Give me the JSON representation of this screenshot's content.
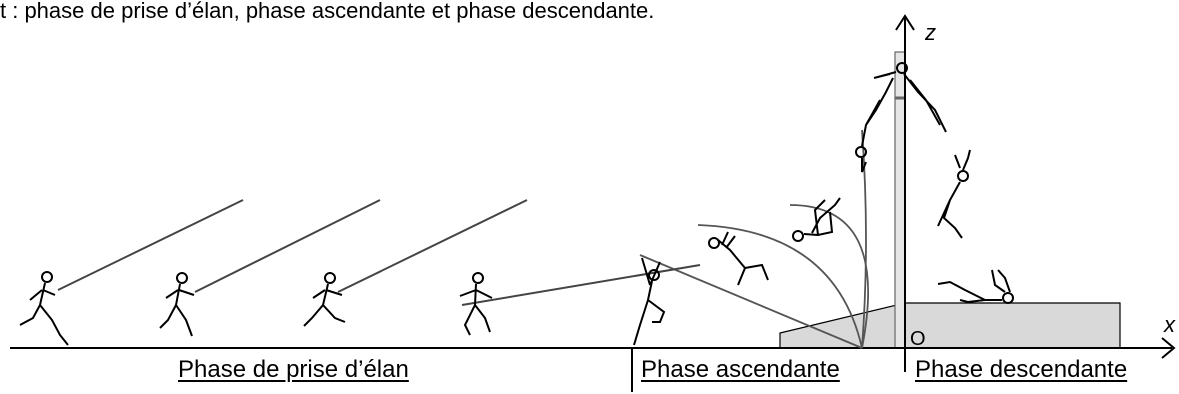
{
  "caption": "t : phase de prise d’élan, phase ascendante et phase descendante.",
  "axes": {
    "z_label": "z",
    "x_label": "x",
    "origin_label": "O"
  },
  "phases": [
    {
      "label": "Phase de prise d’élan"
    },
    {
      "label": "Phase ascendante"
    },
    {
      "label": "Phase descendante"
    }
  ],
  "colors": {
    "ink": "#000000",
    "pole": "#444444",
    "mat_fill": "#d9d9d9",
    "trajectory": "#555555"
  }
}
